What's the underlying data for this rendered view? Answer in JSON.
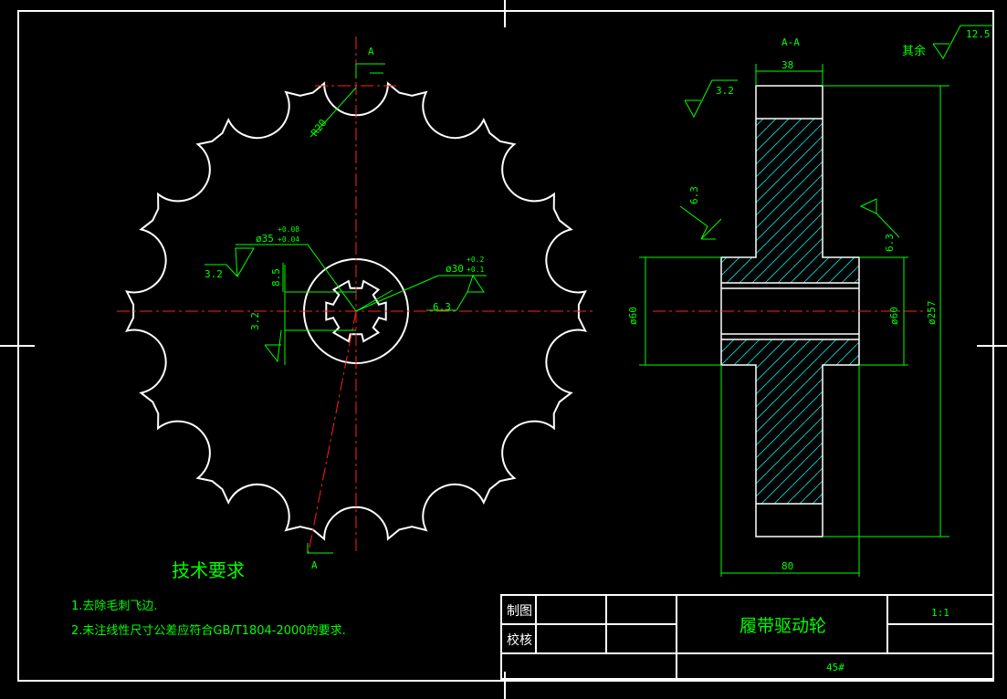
{
  "section": {
    "label_top": "A",
    "label_bottom": "A",
    "view_title": "A-A"
  },
  "roughness": {
    "rest_label": "其余",
    "rest_value": "12.5",
    "r1": "3.2",
    "r2": "6.3",
    "r3": "6.3",
    "r4": "3.2",
    "r5": "3.2",
    "r6": "6.3"
  },
  "dimensions": {
    "radius": "R20",
    "bore35": "ø35",
    "bore35_tol_upper": "+0.08",
    "bore35_tol_lower": "+0.04",
    "bore30": "ø30",
    "bore30_tol_upper": "+0.2",
    "bore30_tol_lower": "+0.1",
    "key_depth": "8.5",
    "width_top": "38",
    "width_bottom": "80",
    "hub_left": "ø60",
    "hub_right": "ø60",
    "outer": "ø257"
  },
  "requirements": {
    "title": "技术要求",
    "items": [
      "1.去除毛刺飞边.",
      "2.未注线性尺寸公差应符合GB/T1804-2000的要求."
    ]
  },
  "title_block": {
    "drawn": "制图",
    "checked": "校核",
    "part_name": "履带驱动轮",
    "scale": "1:1",
    "material": "45#"
  }
}
